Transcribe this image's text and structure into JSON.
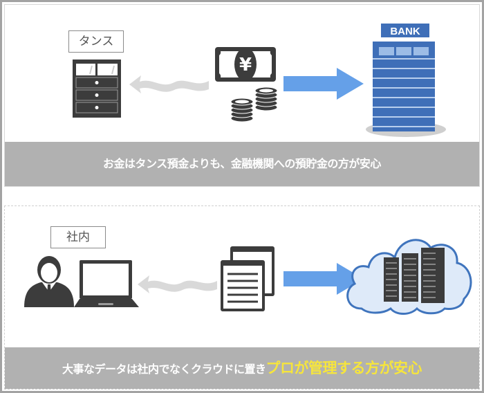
{
  "panel_top": {
    "label": "タンス",
    "bank_sign": "BANK",
    "caption": "お金はタンス預金よりも、金融機関への預貯金の方が安心",
    "icons": [
      "chest-of-drawers-icon",
      "wavy-arrow-left-icon",
      "yen-banknote-icon",
      "coin-stacks-icon",
      "arrow-right-icon",
      "bank-building-icon"
    ]
  },
  "panel_bottom": {
    "label": "社内",
    "caption_plain": "大事なデータは社内でなくクラウドに置き",
    "caption_highlight": "プロが管理する方が安心",
    "icons": [
      "businessman-icon",
      "laptop-icon",
      "wavy-arrow-left-icon",
      "documents-icon",
      "arrow-right-icon",
      "cloud-servers-icon"
    ]
  },
  "colors": {
    "caption_bg": "#b1b1b1",
    "highlight": "#f6e53c",
    "arrow_blue": "#65a0e8",
    "bank_blue": "#3f6fb8",
    "icon_dark": "#3c3c3c",
    "wavy_gray": "#d9d9d9",
    "cloud_fill": "#deeaf9",
    "cloud_stroke": "#3f74bd"
  }
}
